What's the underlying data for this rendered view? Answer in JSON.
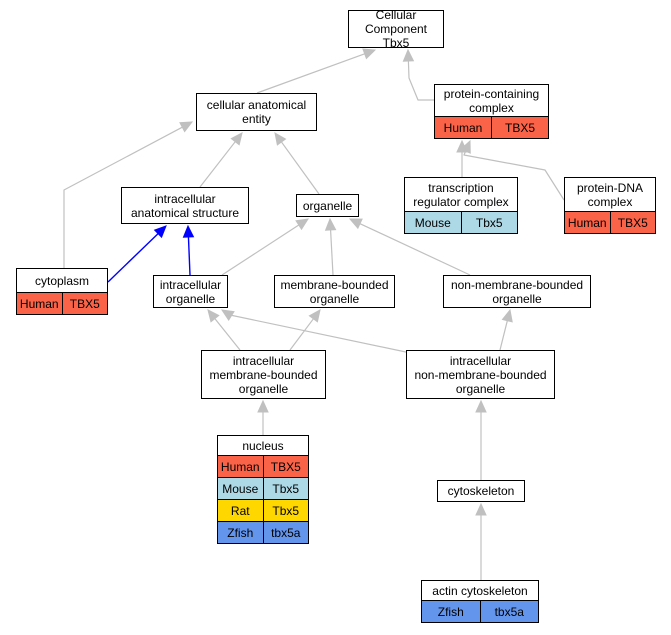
{
  "colors": {
    "human": "#fa6347",
    "mouse": "#add8e6",
    "rat": "#ffd700",
    "zfish": "#6495ed",
    "edge": "#c0c0c0",
    "highlight_edge": "#0000ff"
  },
  "nodes": {
    "root": {
      "label": "Cellular Component\nTbx5",
      "orthologs": []
    },
    "cellular_anatomical_entity": {
      "label": "cellular anatomical\nentity",
      "orthologs": []
    },
    "protein_containing_complex": {
      "label": "protein-containing\ncomplex",
      "orthologs": [
        {
          "species": "Human",
          "gene": "TBX5"
        }
      ]
    },
    "intracellular_anatomical_structure": {
      "label": "intracellular\nanatomical structure",
      "orthologs": []
    },
    "organelle": {
      "label": "organelle",
      "orthologs": []
    },
    "transcription_regulator_complex": {
      "label": "transcription\nregulator complex",
      "orthologs": [
        {
          "species": "Mouse",
          "gene": "Tbx5"
        }
      ]
    },
    "protein_dna_complex": {
      "label": "protein-DNA\ncomplex",
      "orthologs": [
        {
          "species": "Human",
          "gene": "TBX5"
        }
      ]
    },
    "cytoplasm": {
      "label": "cytoplasm",
      "orthologs": [
        {
          "species": "Human",
          "gene": "TBX5"
        }
      ]
    },
    "intracellular_organelle": {
      "label": "intracellular\norganelle",
      "orthologs": []
    },
    "membrane_bounded_organelle": {
      "label": "membrane-bounded\norganelle",
      "orthologs": []
    },
    "non_membrane_bounded_organelle": {
      "label": "non-membrane-bounded\norganelle",
      "orthologs": []
    },
    "intracellular_membrane_bounded_organelle": {
      "label": "intracellular\nmembrane-bounded\norganelle",
      "orthologs": []
    },
    "intracellular_non_membrane_bounded_organelle": {
      "label": "intracellular\nnon-membrane-bounded\norganelle",
      "orthologs": []
    },
    "nucleus": {
      "label": "nucleus",
      "orthologs": [
        {
          "species": "Human",
          "gene": "TBX5"
        },
        {
          "species": "Mouse",
          "gene": "Tbx5"
        },
        {
          "species": "Rat",
          "gene": "Tbx5"
        },
        {
          "species": "Zfish",
          "gene": "tbx5a"
        }
      ]
    },
    "cytoskeleton": {
      "label": "cytoskeleton",
      "orthologs": []
    },
    "actin_cytoskeleton": {
      "label": "actin cytoskeleton",
      "orthologs": [
        {
          "species": "Zfish",
          "gene": "tbx5a"
        }
      ]
    }
  },
  "edges": [
    {
      "from": "cellular_anatomical_entity",
      "to": "root",
      "highlight": false
    },
    {
      "from": "protein_containing_complex",
      "to": "root",
      "highlight": false
    },
    {
      "from": "intracellular_anatomical_structure",
      "to": "cellular_anatomical_entity",
      "highlight": false
    },
    {
      "from": "organelle",
      "to": "cellular_anatomical_entity",
      "highlight": false
    },
    {
      "from": "cytoplasm",
      "to": "cellular_anatomical_entity",
      "highlight": false
    },
    {
      "from": "transcription_regulator_complex",
      "to": "protein_containing_complex",
      "highlight": false
    },
    {
      "from": "protein_dna_complex",
      "to": "protein_containing_complex",
      "highlight": false
    },
    {
      "from": "cytoplasm",
      "to": "intracellular_anatomical_structure",
      "highlight": true
    },
    {
      "from": "intracellular_organelle",
      "to": "intracellular_anatomical_structure",
      "highlight": true
    },
    {
      "from": "intracellular_organelle",
      "to": "organelle",
      "highlight": false
    },
    {
      "from": "membrane_bounded_organelle",
      "to": "organelle",
      "highlight": false
    },
    {
      "from": "non_membrane_bounded_organelle",
      "to": "organelle",
      "highlight": false
    },
    {
      "from": "intracellular_membrane_bounded_organelle",
      "to": "intracellular_organelle",
      "highlight": false
    },
    {
      "from": "intracellular_membrane_bounded_organelle",
      "to": "membrane_bounded_organelle",
      "highlight": false
    },
    {
      "from": "intracellular_non_membrane_bounded_organelle",
      "to": "intracellular_organelle",
      "highlight": false
    },
    {
      "from": "intracellular_non_membrane_bounded_organelle",
      "to": "non_membrane_bounded_organelle",
      "highlight": false
    },
    {
      "from": "nucleus",
      "to": "intracellular_membrane_bounded_organelle",
      "highlight": false
    },
    {
      "from": "cytoskeleton",
      "to": "intracellular_non_membrane_bounded_organelle",
      "highlight": false
    },
    {
      "from": "actin_cytoskeleton",
      "to": "cytoskeleton",
      "highlight": false
    }
  ]
}
